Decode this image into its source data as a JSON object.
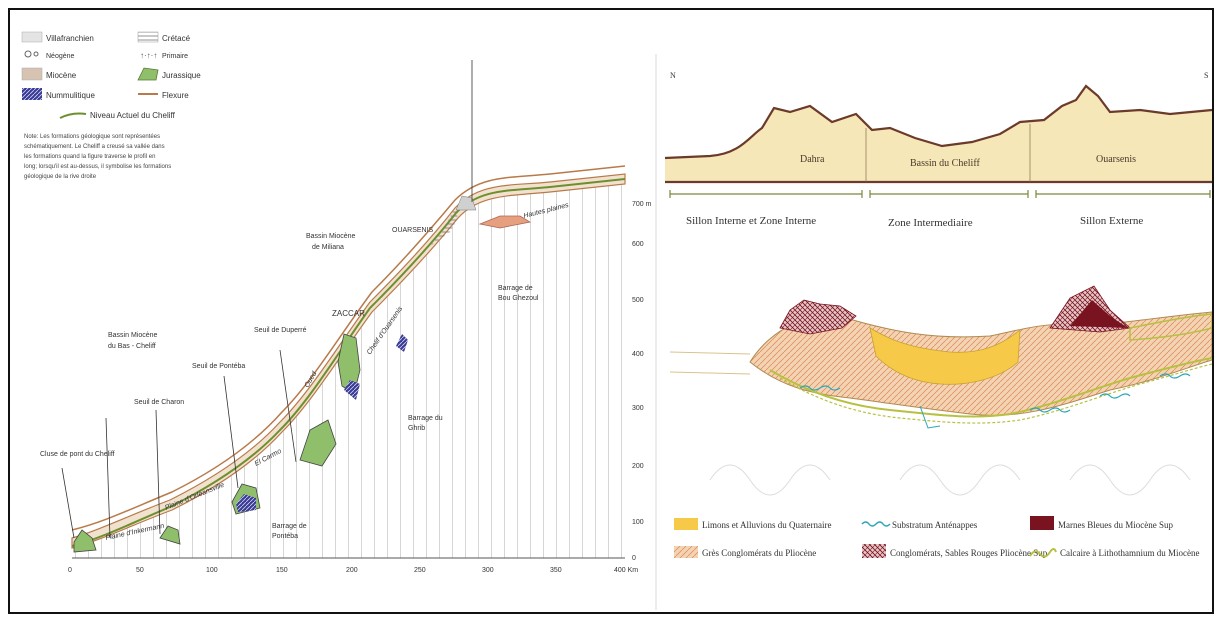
{
  "left_panel": {
    "legend": [
      {
        "label": "Villafranchien",
        "swatch": "light-gray"
      },
      {
        "label": "Crétacé",
        "swatch": "horizontal-lines"
      },
      {
        "label": "Néogène",
        "swatch": "circles"
      },
      {
        "label": "Primaire",
        "swatch": "dots"
      },
      {
        "label": "Miocène",
        "swatch": "tan"
      },
      {
        "label": "Jurassique",
        "swatch": "green"
      },
      {
        "label": "Nummulitique",
        "swatch": "navy-hatch"
      },
      {
        "label": "Flexure",
        "swatch": "brown-line"
      }
    ],
    "niveau_label": "Niveau Actuel du Cheliff",
    "note": [
      "Note: Les formations géologique sont représentées",
      "schématiquement.  Le Cheliff a creusé sa vallée dans",
      "les formations quand la figure traverse le profil en",
      "long; lorsqu'il est au-dessus, il symbolise les formations",
      "géologique de la rive droite"
    ],
    "labels": {
      "cluse": [
        "Cluse de pont du Cheliff"
      ],
      "plaine_amont": "Plaine d'Inkermann",
      "bas_cheliff": [
        "Bassin Miocène",
        "du Bas - Cheliff"
      ],
      "seuil_charon": "Seuil de Charon",
      "seuil_pontoba": "Seuil de Pontéba",
      "plaine_orleans": "Plaine d'Orléansville",
      "seuil_duperre": "Seuil de Duperré",
      "zaccar": "ZACCAR",
      "bassin_miliana": [
        "Bassin Miocène",
        "de Miliana"
      ],
      "ouarsenis": "OUARSENIS",
      "hautes_plaines": "Hautes plaines",
      "barrage_boughzoul": [
        "Barrage de",
        "Bou Ghezoul"
      ],
      "barrage_ghrib": [
        "Barrage du",
        "Ghrib"
      ],
      "barrage_pontoba": [
        "Barrage de",
        "Pontéba"
      ],
      "oued": "Oued",
      "el_carmo": "El Carmo",
      "chelif_ouarsenis": "Chelif d'Ouarsenis"
    },
    "x_ticks": [
      "0",
      "50",
      "100",
      "150",
      "200",
      "250",
      "300",
      "350",
      "400 Km"
    ],
    "y_ticks": [
      "700 m",
      "600",
      "500",
      "400",
      "300",
      "200",
      "100",
      "0"
    ]
  },
  "right_panel": {
    "corner_left": "N",
    "corner_right": "S",
    "regions": [
      "Dahra",
      "Bassin du Cheliff",
      "Ouarsenis"
    ],
    "zones": [
      "Sillon Interne et Zone Interne",
      "Zone Intermediaire",
      "Sillon Externe"
    ],
    "legend": [
      {
        "label": "Limons et Alluvions du Quaternaire",
        "swatch": "yellow"
      },
      {
        "label": "Substratum Anténappes",
        "swatch": "cyan-squiggle"
      },
      {
        "label": "Marnes Bleues du Miocène Sup",
        "swatch": "dark-red"
      },
      {
        "label": "Grès Conglomérats du Pliocène",
        "swatch": "tan-hatch"
      },
      {
        "label": "Conglomérats, Sables Rouges Pliocène Sup",
        "swatch": "red-hatch"
      },
      {
        "label": "Calcaire à Lithothamnium du Miocène",
        "swatch": "yellow-green-curl"
      }
    ]
  },
  "colors": {
    "gold": "#f7c948",
    "beige": "#f6e7b8",
    "brown": "#8a4b2b",
    "green": "#8fbf6a",
    "navy": "#2d2e7a",
    "darkred": "#7a1320",
    "cyan": "#2aa6b8"
  }
}
